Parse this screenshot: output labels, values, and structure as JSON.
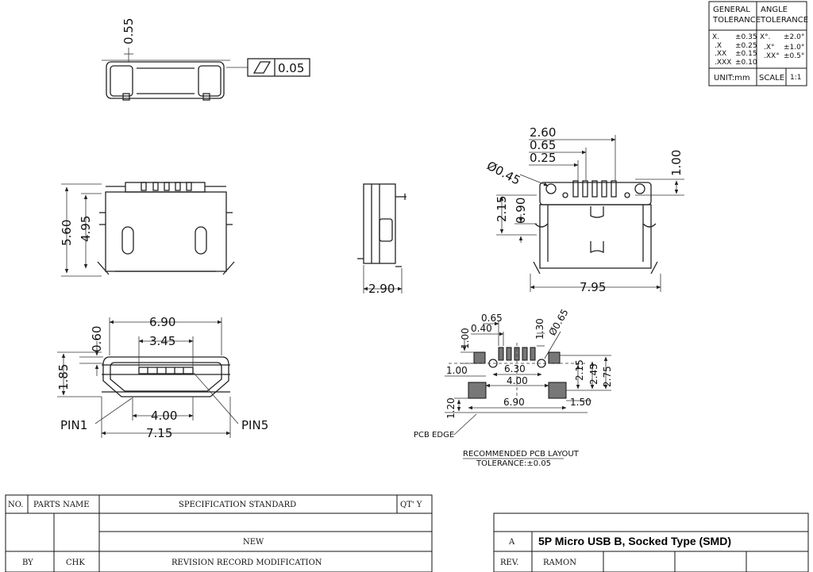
{
  "tolerance": {
    "general_header_1": "GENERAL",
    "general_header_2": "TOLERANCE",
    "angle_header_1": "ANGLE",
    "angle_header_2": "TOLERANCE",
    "rows": [
      {
        "g_label": "X.",
        "g_val": "±0.35",
        "a_label": "X°.",
        "a_val": "±2.0°"
      },
      {
        "g_label": ".X",
        "g_val": "±0.25",
        "a_label": ".X°",
        "a_val": "±1.0°"
      },
      {
        "g_label": ".XX",
        "g_val": "±0.15",
        "a_label": ".XX°",
        "a_val": "±0.5°"
      },
      {
        "g_label": ".XXX",
        "g_val": "±0.10",
        "a_label": "",
        "a_val": ""
      }
    ],
    "unit": "UNIT:mm",
    "scale_label": "SCALE",
    "scale_value": "1:1"
  },
  "top_view": {
    "dim_height": "0.55",
    "flatness": "0.05"
  },
  "front_view": {
    "dim_outer": "5.60",
    "dim_inner": "4.95"
  },
  "side_view": {
    "dim_width": "2.90"
  },
  "rear_view": {
    "dim_260": "2.60",
    "dim_065": "0.65",
    "dim_025": "0.25",
    "dim_hole": "Ø0.45",
    "dim_100": "1.00",
    "dim_215": "2.15",
    "dim_090": "0.90",
    "dim_795": "7.95"
  },
  "mouth_view": {
    "dim_690": "6.90",
    "dim_345": "3.45",
    "dim_060": "0.60",
    "dim_185": "1.85",
    "dim_400": "4.00",
    "dim_715": "7.15",
    "pin1": "PIN1",
    "pin5": "PIN5"
  },
  "pcb_layout": {
    "dim_065": "0.65",
    "dim_040": "0.40",
    "dim_130": "1.30",
    "dim_hole": "Ø0.65",
    "dim_100a": "1.00",
    "dim_100b": "1.00",
    "dim_630": "6.30",
    "dim_400": "4.00",
    "dim_215": "2.15",
    "dim_245": "2.45",
    "dim_275": "2.75",
    "dim_120": "1.20",
    "dim_690": "6.90",
    "dim_150": "1.50",
    "pcb_edge": "PCB EDGE",
    "title": "RECOMMENDED PCB LAYOUT",
    "tolerance": "TOLERANCE:±0.05"
  },
  "title_block": {
    "no": "NO.",
    "parts_name": "PARTS NAME",
    "spec": "SPECIFICATION STANDARD",
    "qty": "QT' Y",
    "new": "NEW",
    "by": "BY",
    "chk": "CHK",
    "revision": "REVISION RECORD MODIFICATION",
    "rev_letter": "A",
    "product": "5P Micro USB B, Socked Type (SMD)",
    "rev_label": "REV.",
    "author": "RAMON"
  }
}
